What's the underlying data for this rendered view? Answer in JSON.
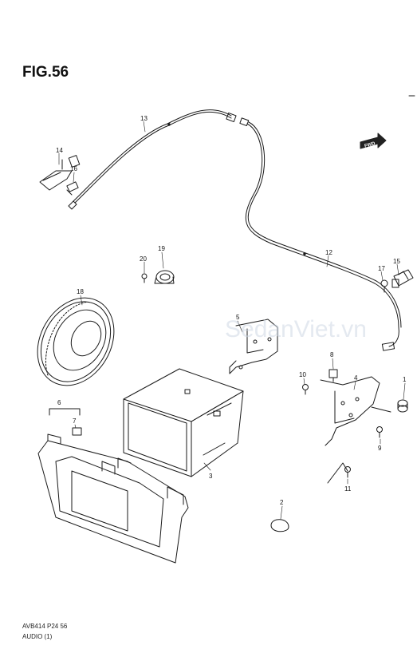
{
  "figure": {
    "title": "FIG.56"
  },
  "footer": {
    "code": "AVB414 P24 56",
    "section": "AUDIO (1)"
  },
  "watermark": "SedanViet.vn",
  "direction_badge": "FWD",
  "callouts": {
    "c1": "1",
    "c2": "2",
    "c3": "3",
    "c4": "4",
    "c5": "5",
    "c6": "6",
    "c7": "7",
    "c8": "8",
    "c9": "9",
    "c10": "10",
    "c11": "11",
    "c12": "12",
    "c13": "13",
    "c14": "14",
    "c15": "15",
    "c16": "16",
    "c17": "17",
    "c18": "18",
    "c19": "19",
    "c20": "20"
  }
}
